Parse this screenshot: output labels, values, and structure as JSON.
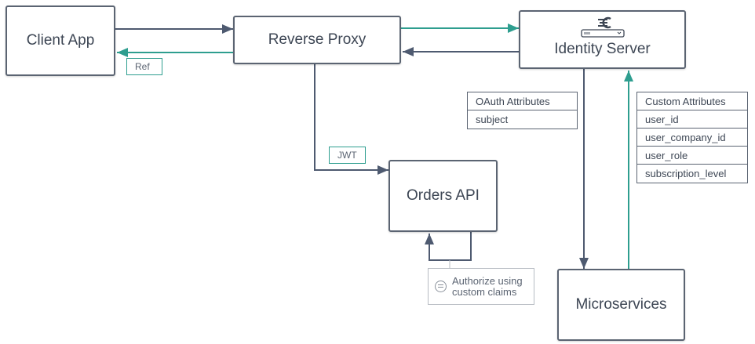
{
  "nodes": {
    "client_app": "Client App",
    "reverse_proxy": "Reverse Proxy",
    "identity_server": "Identity Server",
    "orders_api": "Orders API",
    "microservices": "Microservices"
  },
  "tokens": {
    "ref": "Ref",
    "jwt": "JWT"
  },
  "oauth_attributes": {
    "title": "OAuth Attributes",
    "rows": [
      "subject"
    ]
  },
  "custom_attributes": {
    "title": "Custom Attributes",
    "rows": [
      "user_id",
      "user_company_id",
      "user_role",
      "subscription_level"
    ]
  },
  "note": {
    "line1": "Authorize using",
    "line2": "custom claims"
  },
  "colors": {
    "dark_wire": "#4e5a70",
    "teal_wire": "#2e9e8f",
    "box_border": "#5b6472"
  }
}
